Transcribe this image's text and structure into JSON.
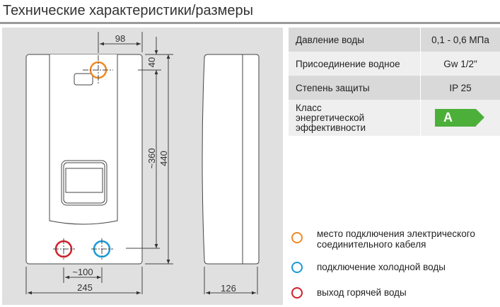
{
  "title": "Технические характеристики/размеры",
  "specs": [
    {
      "label": "Давление воды",
      "value": "0,1 - 0,6 МПа"
    },
    {
      "label": "Присоединение водное",
      "value": "Gw 1/2\""
    },
    {
      "label": "Степень защиты",
      "value": "IP 25"
    },
    {
      "label": "Класс энергетической эффективности",
      "value": "A"
    }
  ],
  "dimensions": {
    "top_offset": "98",
    "top_margin": "40",
    "connection_height": "~360",
    "height": "440",
    "connection_spacing": "~100",
    "width": "245",
    "depth": "126"
  },
  "legend": [
    {
      "text": "место подключения электрического соединительного кабеля",
      "color": "#f08a24"
    },
    {
      "text": "подключение холодной воды",
      "color": "#1a9ad6"
    },
    {
      "text": "выход горячей воды",
      "color": "#d0202a"
    }
  ]
}
